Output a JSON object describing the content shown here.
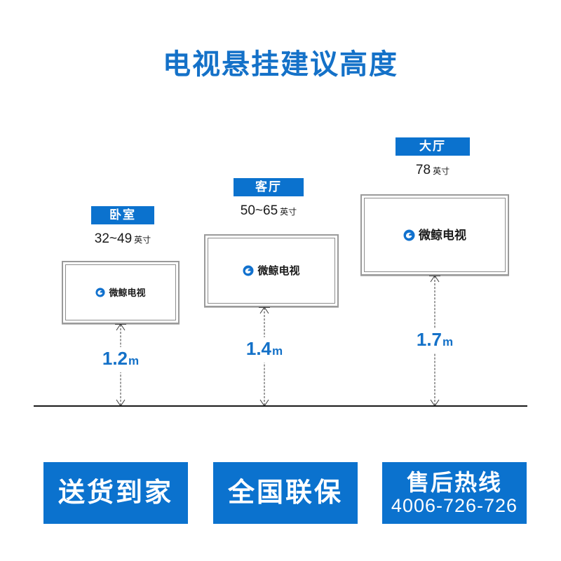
{
  "page": {
    "title": "电视悬挂建议高度",
    "title_color": "#1471C8",
    "accent_color": "#0B72CE",
    "background": "#FFFFFF"
  },
  "brand": {
    "name": "微鲸电视",
    "logo_icon": "whale-circle-icon",
    "logo_color": "#1171CE"
  },
  "rooms": [
    {
      "badge": "卧室",
      "size_value": "32~49",
      "size_unit": "英寸",
      "height_value": "1.2",
      "height_unit": "m"
    },
    {
      "badge": "客厅",
      "size_value": "50~65",
      "size_unit": "英寸",
      "height_value": "1.4",
      "height_unit": "m"
    },
    {
      "badge": "大厅",
      "size_value": "78",
      "size_unit": "英寸",
      "height_value": "1.7",
      "height_unit": "m"
    }
  ],
  "cta": [
    {
      "title": "送货到家",
      "sub": ""
    },
    {
      "title": "全国联保",
      "sub": ""
    },
    {
      "title": "售后热线",
      "sub": "4006-726-726"
    }
  ]
}
